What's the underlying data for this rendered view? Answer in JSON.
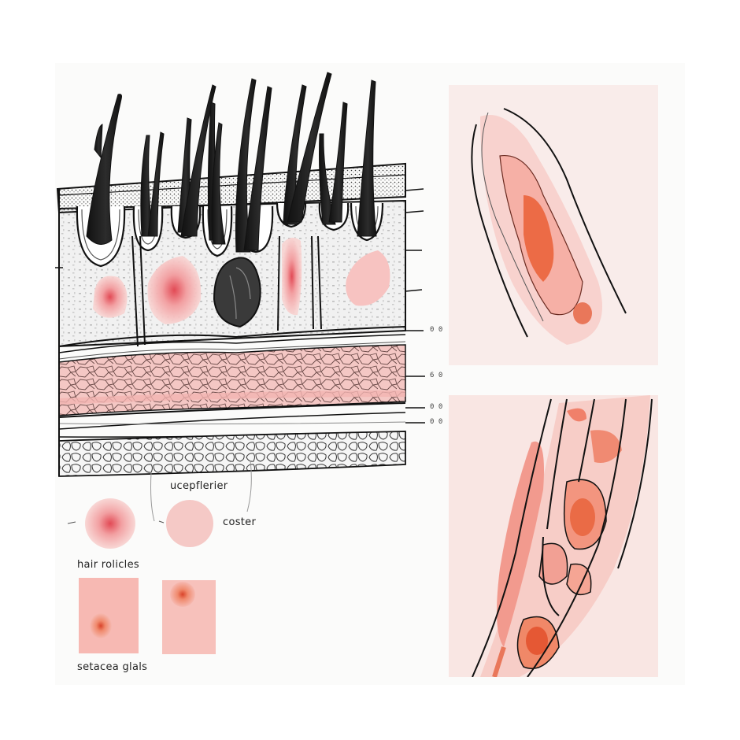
{
  "diagram": {
    "labels": {
      "upper": "ucepflerier",
      "center": "coster",
      "hair": "hair rolicles",
      "glands": "setacea glals"
    },
    "ticks": [
      "0 0",
      "6 0",
      "0 0",
      "0 0"
    ]
  },
  "colors": {
    "ink": "#1b1b1b",
    "stain": "#f2a6a2",
    "stain_dark": "#e25a3c",
    "tissue_bg": "#f7dcd9",
    "paper": "#fbf1ef"
  }
}
